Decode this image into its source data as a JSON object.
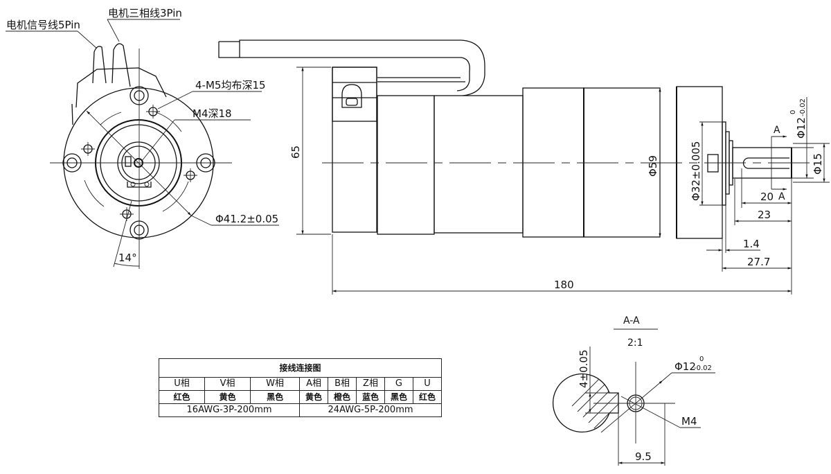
{
  "front_view": {
    "callouts": {
      "signal_cable": "电机信号线5Pin",
      "phase_cable": "电机三相线3Pin",
      "mount_holes": "4-M5均布深15",
      "center_hole": "M4深18",
      "pitch_circle": "Φ41.2±0.05",
      "angle": "14°"
    }
  },
  "side_view": {
    "dimensions": {
      "height": "65",
      "body_diameter": "Φ59",
      "pilot_diameter": "Φ32±0.005",
      "shaft_diameter_main": "Φ12",
      "shaft_diameter_tol_upper": "0",
      "shaft_diameter_tol_lower": "-0.02",
      "collar_diameter": "Φ15",
      "key_length": "20",
      "shaft_length": "23",
      "flange_thickness": "1.4",
      "output_length": "27.7",
      "overall_length": "180"
    },
    "section_marks": [
      "A",
      "A"
    ]
  },
  "section_view": {
    "title": "A-A",
    "scale": "2:1",
    "dimensions": {
      "flat_width": "4±0.05",
      "diameter_main": "Φ12",
      "diameter_tol_upper": "0",
      "diameter_tol_lower": "-0.02",
      "thread": "M4",
      "flat_depth": "9.5"
    }
  },
  "wiring_table": {
    "title": "接线连接图",
    "phases": [
      "U相",
      "V相",
      "W相",
      "A相",
      "B相",
      "Z相",
      "G",
      "U"
    ],
    "colors": [
      "红色",
      "黄色",
      "黑色",
      "黄色",
      "橙色",
      "蓝色",
      "黑色",
      "红色"
    ],
    "specs": [
      "16AWG-3P-200mm",
      "24AWG-5P-200mm"
    ]
  }
}
